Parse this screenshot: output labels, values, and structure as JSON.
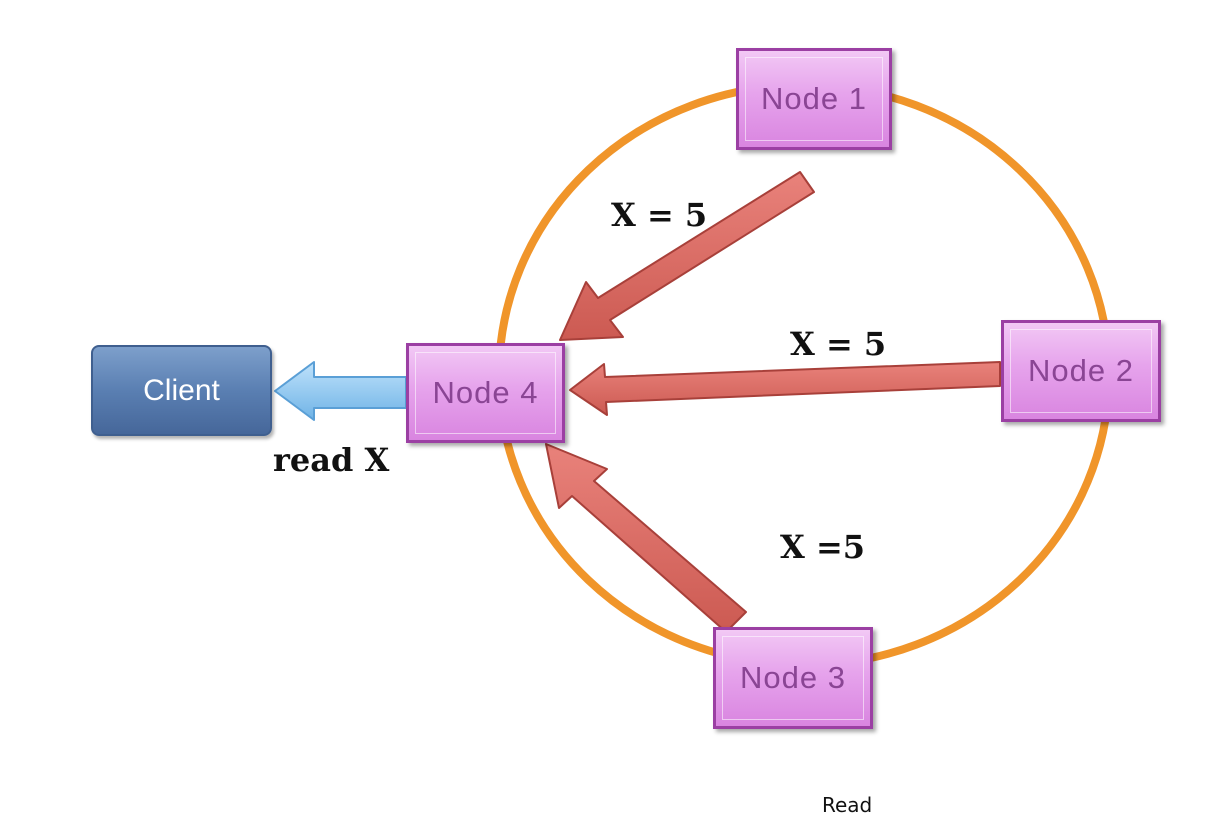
{
  "nodes": [
    {
      "label": "Node 1"
    },
    {
      "label": "Node 2"
    },
    {
      "label": "Node 3"
    },
    {
      "label": "Node 4"
    }
  ],
  "client": {
    "label": "Client"
  },
  "messages": {
    "from_node1": "X = 5",
    "from_node2": "X = 5",
    "from_node3": "X =5",
    "read_request": "read X"
  },
  "caption": "Read",
  "colors": {
    "ring": "#f0952a",
    "node_fill": "#e6a3ec",
    "node_border": "#9b3fa3",
    "node_text": "#8a4594",
    "replica_arrow": "#d9675f",
    "replica_arrow_border": "#a8403a",
    "client_arrow": "#8fc7f0",
    "client_fill": "#5a7fb2"
  }
}
